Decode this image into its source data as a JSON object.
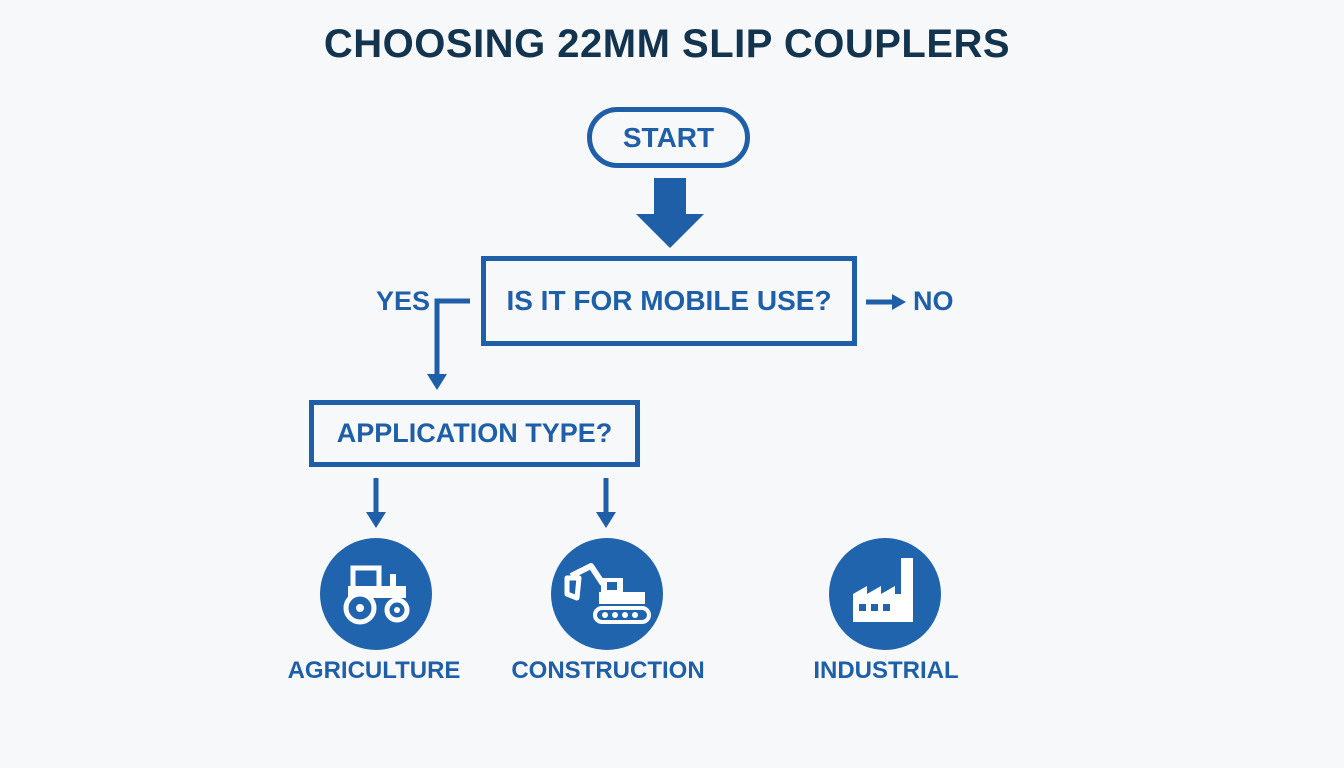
{
  "title": "CHOOSING 22MM SLIP COUPLERS",
  "nodes": {
    "start": "START",
    "mobile_question": "IS IT FOR MOBILE USE?",
    "application_question": "APPLICATION TYPE?"
  },
  "branches": {
    "yes": "YES",
    "no": "NO"
  },
  "categories": [
    {
      "label": "AGRICULTURE",
      "icon": "tractor-icon"
    },
    {
      "label": "CONSTRUCTION",
      "icon": "excavator-icon"
    },
    {
      "label": "INDUSTRIAL",
      "icon": "factory-icon"
    }
  ],
  "colors": {
    "accent": "#1f5fa8",
    "circle": "#1f64ad",
    "title": "#12344f",
    "background": "#f7f8f9"
  }
}
